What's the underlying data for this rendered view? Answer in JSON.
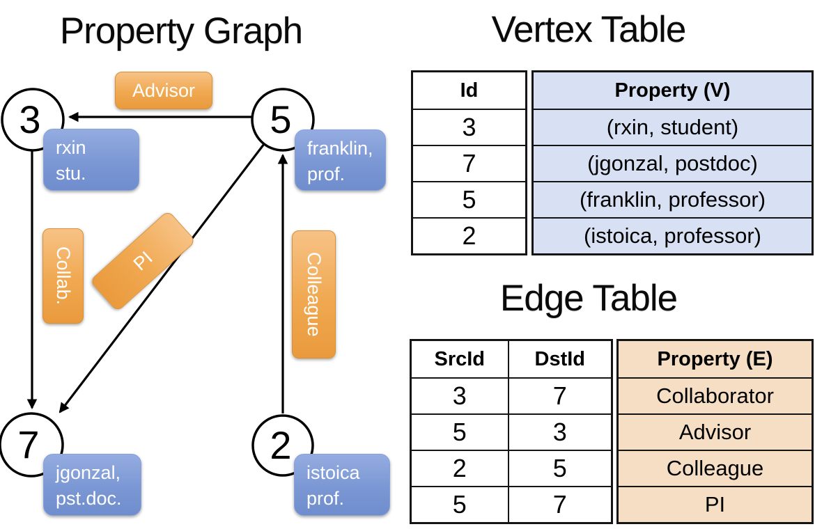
{
  "titles": {
    "graph": "Property Graph",
    "vertex_table": "Vertex Table",
    "edge_table": "Edge Table"
  },
  "colors": {
    "edge_label_orange": "#EFA34C",
    "vertex_label_blue": "#7B97D4",
    "vertex_property_fill": "#D8E1F3",
    "edge_property_fill": "#F5DEC3",
    "line_color": "#000000"
  },
  "graph": {
    "nodes": [
      {
        "id": "3"
      },
      {
        "id": "5"
      },
      {
        "id": "7"
      },
      {
        "id": "2"
      }
    ],
    "edge_labels": [
      {
        "text": "Advisor"
      },
      {
        "text": "Collab."
      },
      {
        "text": "PI"
      },
      {
        "text": "Colleague"
      }
    ],
    "vertex_labels": [
      {
        "line1": "rxin",
        "line2": "stu."
      },
      {
        "line1": "franklin,",
        "line2": "prof."
      },
      {
        "line1": "jgonzal,",
        "line2": "pst.doc."
      },
      {
        "line1": "istoica",
        "line2": "prof."
      }
    ]
  },
  "vertex_table": {
    "headers": [
      "Id",
      "Property (V)"
    ],
    "rows": [
      [
        "3",
        "(rxin, student)"
      ],
      [
        "7",
        "(jgonzal, postdoc)"
      ],
      [
        "5",
        "(franklin, professor)"
      ],
      [
        "2",
        "(istoica, professor)"
      ]
    ]
  },
  "edge_table": {
    "headers": [
      "SrcId",
      "DstId",
      "Property (E)"
    ],
    "rows": [
      [
        "3",
        "7",
        "Collaborator"
      ],
      [
        "5",
        "3",
        "Advisor"
      ],
      [
        "2",
        "5",
        "Colleague"
      ],
      [
        "5",
        "7",
        "PI"
      ]
    ]
  }
}
